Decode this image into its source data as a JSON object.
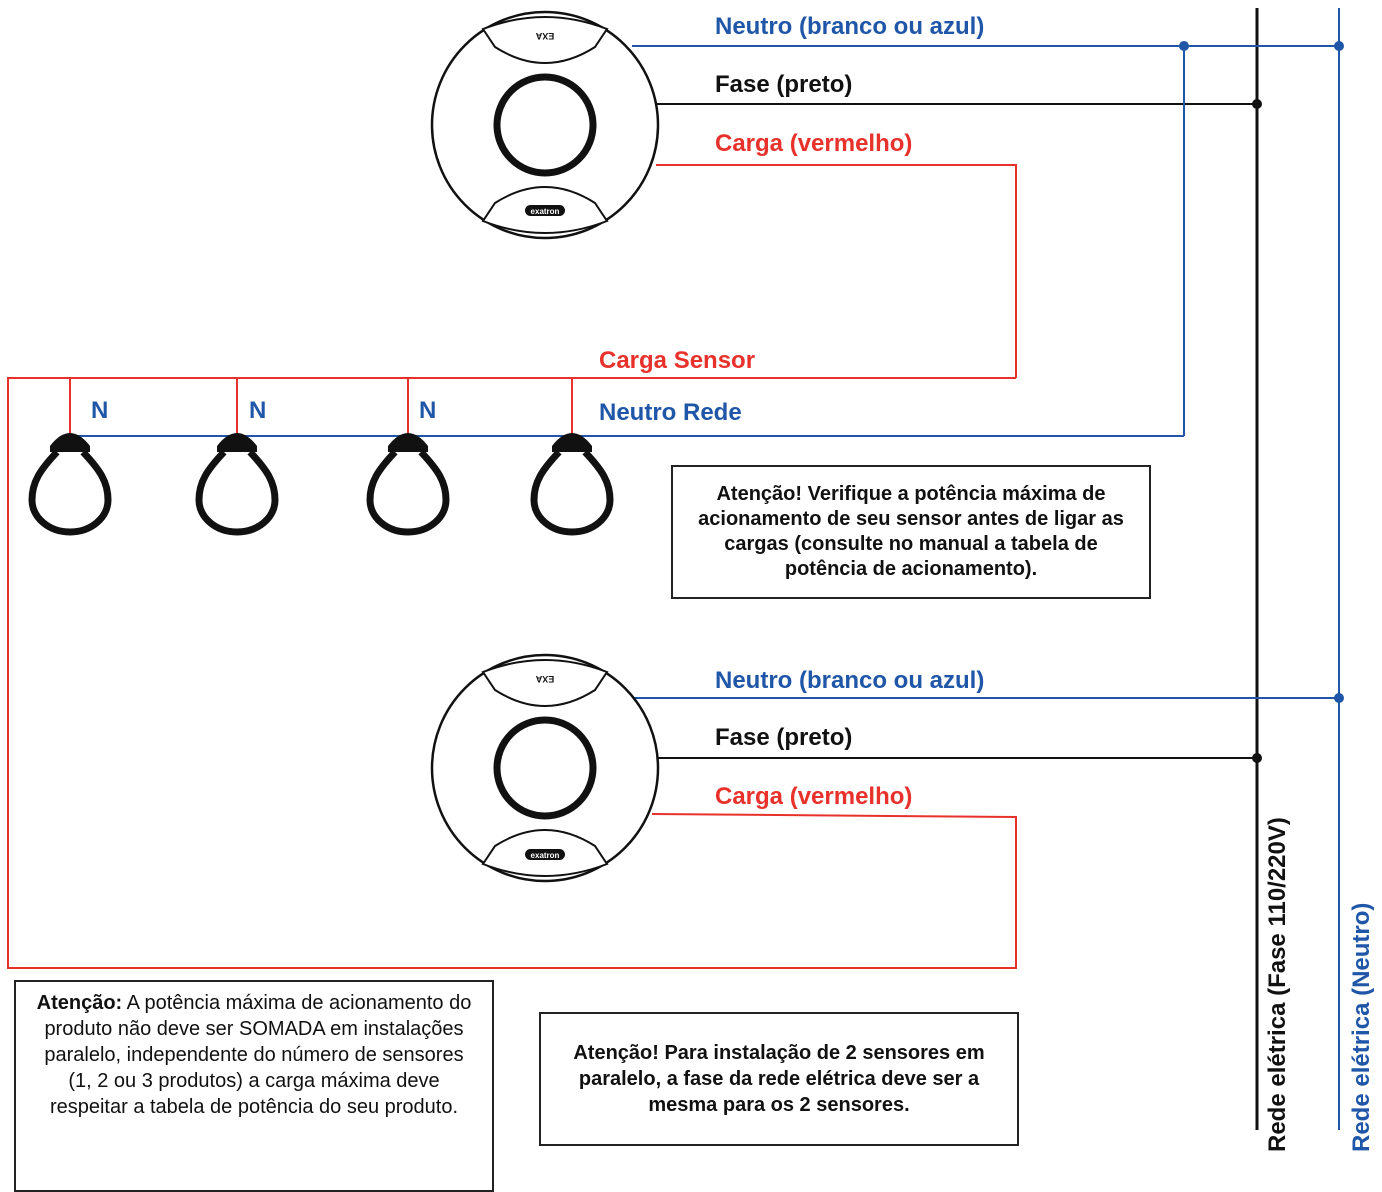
{
  "sensors": [
    {
      "neutral_label": "Neutro (branco ou azul)",
      "phase_label": "Fase (preto)",
      "load_label": "Carga (vermelho)",
      "brand": "exatron",
      "top_mark": "EXA"
    },
    {
      "neutral_label": "Neutro (branco ou azul)",
      "phase_label": "Fase (preto)",
      "load_label": "Carga (vermelho)",
      "brand": "exatron",
      "top_mark": "EXA"
    }
  ],
  "load_bus": {
    "load_label": "Carga Sensor",
    "neutral_label": "Neutro Rede"
  },
  "lamps": [
    {
      "neutral_tag": "N"
    },
    {
      "neutral_tag": "N"
    },
    {
      "neutral_tag": "N"
    },
    {
      "neutral_tag": null
    }
  ],
  "mains": {
    "phase_label": "Rede elétrica (Fase 110/220V)",
    "neutral_label": "Rede elétrica (Neutro)"
  },
  "notes": {
    "max_power": "Atenção! Verifique a potência máxima de acionamento de seu sensor antes de ligar as cargas (consulte no manual a tabela de potência de acionamento).",
    "sum_warning_bold": "Atenção:",
    "sum_warning_text": "A potência máxima de acionamento do produto não deve ser SOMADA em instalações paralelo, independente do número de sensores (1, 2 ou 3 produtos) a carga máxima deve respeitar a tabela de potência do seu produto.",
    "same_phase": "Atenção! Para instalação de 2 sensores em paralelo, a fase da rede elétrica deve ser a mesma para os 2 sensores."
  },
  "colors": {
    "neutral": "#1f56a8",
    "phase": "#111111",
    "load": "#e8312b"
  }
}
